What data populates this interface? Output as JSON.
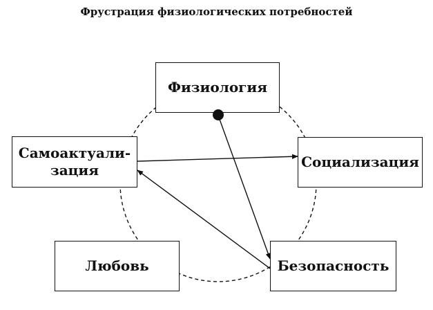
{
  "title": "Фрустрация физиологических потребностей",
  "nodes": {
    "physiology": "Физиология",
    "self_actualization_line1": "Самоактуали-",
    "self_actualization_line2": "зация",
    "socialization": "Социализация",
    "love": "Любовь",
    "safety": "Безопасность"
  },
  "colors": {
    "stroke": "#111111",
    "background": "#ffffff"
  }
}
